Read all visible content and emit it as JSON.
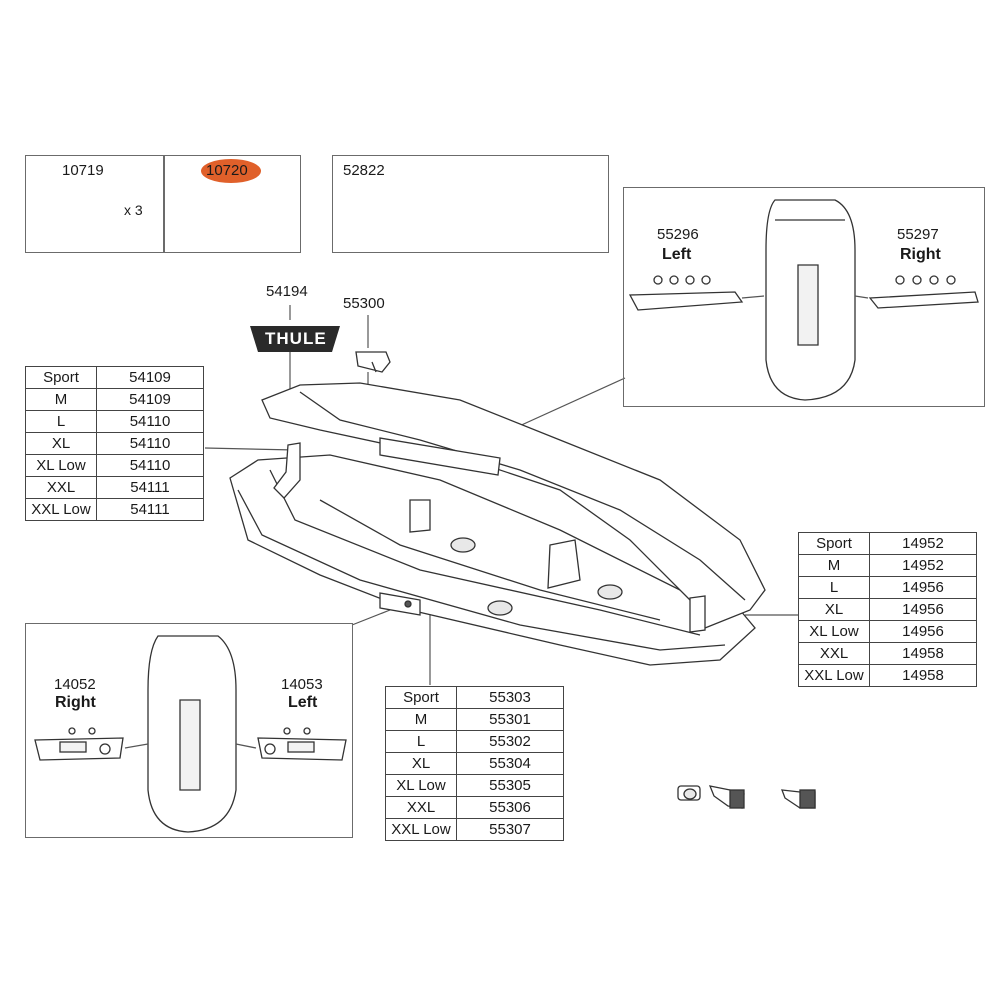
{
  "colors": {
    "highlight": "#e0602a",
    "line": "#555555",
    "drawing": "#333333",
    "logo_bg": "#2a2a2a"
  },
  "parts": {
    "strap_a": {
      "number": "10719",
      "qty": "x 3"
    },
    "strap_b": {
      "number": "10720",
      "highlighted": true
    },
    "wing_rail": {
      "number": "52822"
    },
    "logo": {
      "number": "54194",
      "text": "THULE"
    },
    "clip": {
      "number": "55300"
    },
    "cover_left": {
      "number": "55296",
      "side": "Left"
    },
    "cover_right": {
      "number": "55297",
      "side": "Right"
    },
    "endcap_right": {
      "number": "14052",
      "side": "Right"
    },
    "endcap_left": {
      "number": "14053",
      "side": "Left"
    }
  },
  "tables": {
    "hinge": {
      "rows": [
        {
          "size": "Sport",
          "part": "54109"
        },
        {
          "size": "M",
          "part": "54109"
        },
        {
          "size": "L",
          "part": "54110"
        },
        {
          "size": "XL",
          "part": "54110"
        },
        {
          "size": "XL Low",
          "part": "54110"
        },
        {
          "size": "XXL",
          "part": "54111"
        },
        {
          "size": "XXL Low",
          "part": "54111"
        }
      ]
    },
    "side_rail": {
      "rows": [
        {
          "size": "Sport",
          "part": "14952"
        },
        {
          "size": "M",
          "part": "14952"
        },
        {
          "size": "L",
          "part": "14956"
        },
        {
          "size": "XL",
          "part": "14956"
        },
        {
          "size": "XL Low",
          "part": "14956"
        },
        {
          "size": "XXL",
          "part": "14958"
        },
        {
          "size": "XXL Low",
          "part": "14958"
        }
      ]
    },
    "mount": {
      "rows": [
        {
          "size": "Sport",
          "part": "55303"
        },
        {
          "size": "M",
          "part": "55301"
        },
        {
          "size": "L",
          "part": "55302"
        },
        {
          "size": "XL",
          "part": "55304"
        },
        {
          "size": "XL Low",
          "part": "55305"
        },
        {
          "size": "XXL",
          "part": "55306"
        },
        {
          "size": "XXL Low",
          "part": "55307"
        }
      ]
    }
  }
}
